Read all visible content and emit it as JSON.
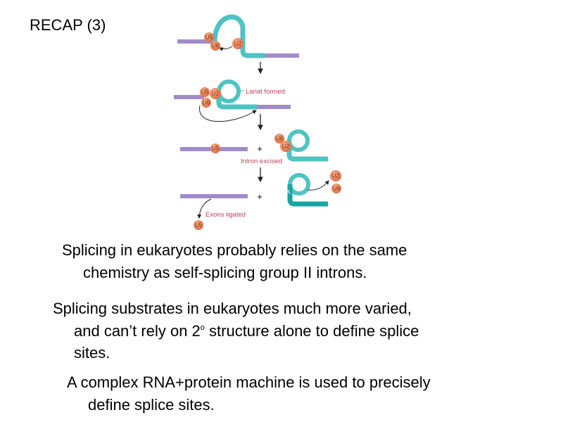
{
  "slide": {
    "title": "RECAP (3)",
    "paragraphs": [
      {
        "lines": [
          "Splicing in eukaryotes probably relies on the same",
          "chemistry as self-splicing group II introns."
        ]
      },
      {
        "lines": [
          "Splicing substrates in eukaryotes much more varied,",
          "and can’t rely on 2",
          "o",
          " structure alone to define splice",
          "sites."
        ]
      },
      {
        "lines": [
          "A complex RNA+protein machine is used to precisely",
          "define splice sites."
        ]
      }
    ]
  },
  "diagram": {
    "labels": {
      "lariat": "Lariat formed",
      "excised": "Intron excised",
      "ligated": "Exons ligated",
      "plus": "+",
      "branch": "A"
    },
    "snrnps": {
      "u5": "U5",
      "u6": "U6",
      "u2": "U2"
    },
    "colors": {
      "exon": "#a08ccb",
      "intron": "#4fc3c3",
      "intron_dark": "#17a6a6",
      "snrnp": "#e9865c",
      "label": "#c2415c"
    }
  }
}
